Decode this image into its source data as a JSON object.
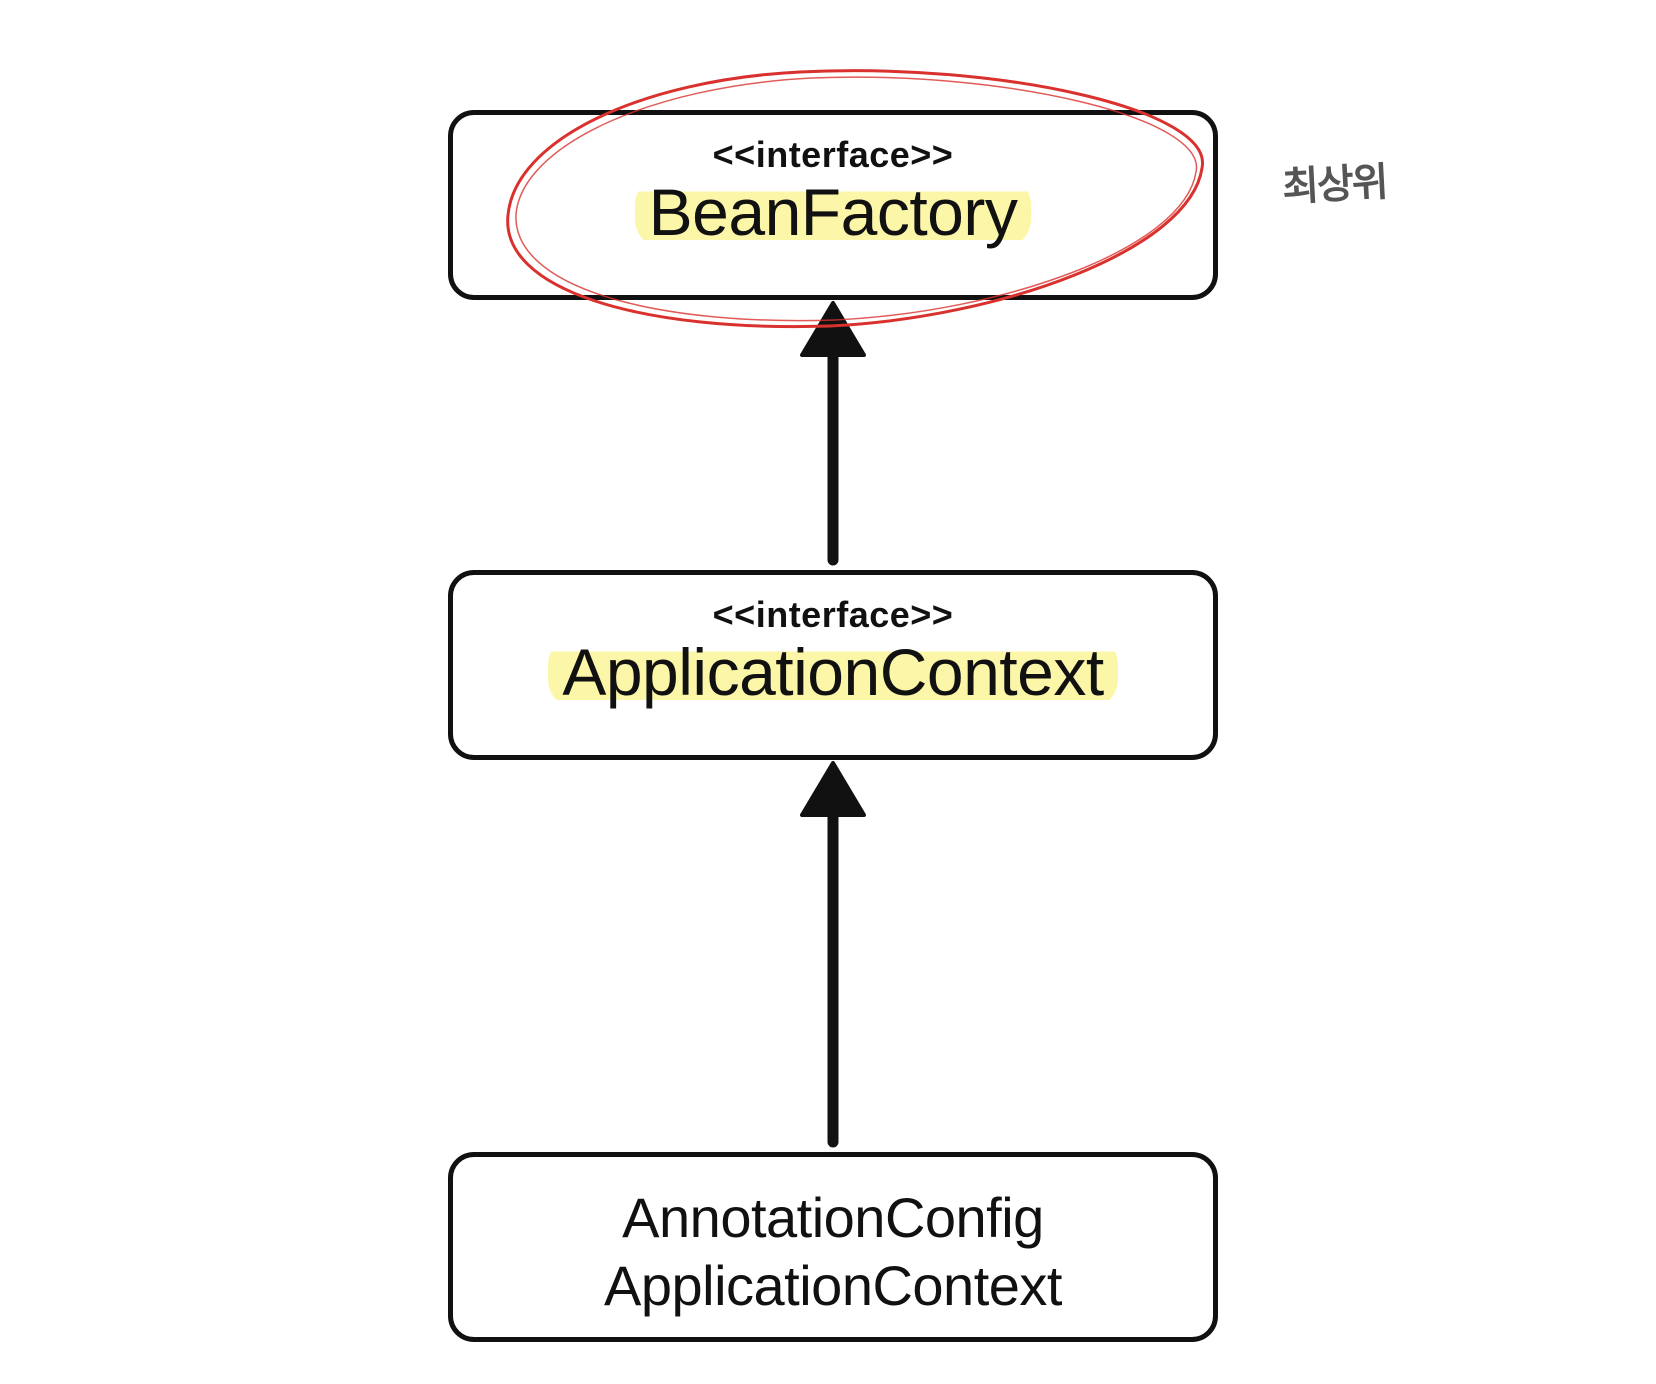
{
  "diagram": {
    "nodes": [
      {
        "id": "beanfactory",
        "stereotype": "<<interface>>",
        "name": "BeanFactory",
        "highlighted": true,
        "circled": true
      },
      {
        "id": "applicationcontext",
        "stereotype": "<<interface>>",
        "name": "ApplicationContext",
        "highlighted": true
      },
      {
        "id": "annotationconfig",
        "name_lines": [
          "AnnotationConfig",
          "ApplicationContext"
        ]
      }
    ],
    "edges": [
      {
        "from": "applicationcontext",
        "to": "beanfactory",
        "type": "inheritance-arrow"
      },
      {
        "from": "annotationconfig",
        "to": "applicationcontext",
        "type": "inheritance-arrow"
      }
    ],
    "annotation": {
      "text": "최상위",
      "target": "beanfactory"
    }
  },
  "colors": {
    "stroke": "#111111",
    "highlight": "#fbf6a8",
    "circle": "#d9322e",
    "note": "#555555"
  }
}
